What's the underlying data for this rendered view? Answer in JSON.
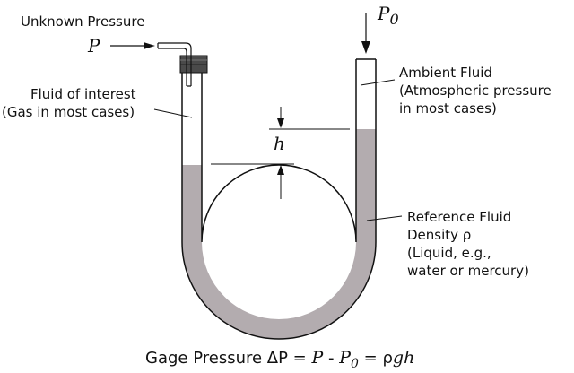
{
  "labels": {
    "unknown_pressure": "Unknown Pressure",
    "p_symbol": "P",
    "p0_symbol": "P",
    "p0_sub": "0",
    "fluid_of_interest_1": "Fluid of interest",
    "fluid_of_interest_2": "(Gas in most cases)",
    "ambient_1": "Ambient Fluid",
    "ambient_2": "(Atmospheric pressure",
    "ambient_3": "in most cases)",
    "h_symbol": "h",
    "ref_1": "Reference Fluid",
    "ref_2": "Density ρ",
    "ref_3": "(Liquid, e.g.,",
    "ref_4": "water or mercury)"
  },
  "formula": {
    "prefix": "Gage Pressure ΔP = ",
    "p": "P",
    "minus": " - ",
    "p0": "P",
    "p0_sub": "0",
    "eq": " = ",
    "rho": "ρ",
    "gh": "gh"
  },
  "colors": {
    "liquid": "#b3acaf",
    "stroke": "#111111",
    "stopper": "#4a4a4a"
  }
}
